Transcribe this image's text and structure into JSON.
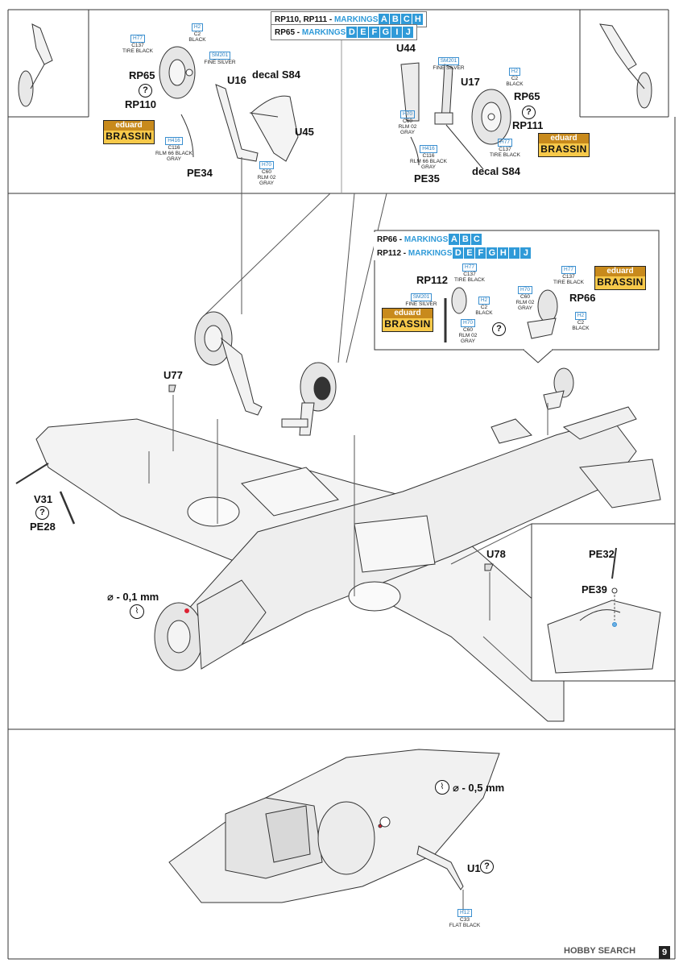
{
  "headers": {
    "line1_prefix": "RP110, RP111 - ",
    "markings_word": "MARKINGS",
    "line1_letters": [
      "A",
      "B",
      "C",
      "H"
    ],
    "line2_prefix": "RP65 - ",
    "line2_letters": [
      "D",
      "E",
      "F",
      "G",
      "I",
      "J"
    ],
    "inset_line1_prefix": "RP66 - ",
    "inset_line1_letters": [
      "A",
      "B",
      "C"
    ],
    "inset_line2_prefix": "RP112 - ",
    "inset_line2_letters": [
      "D",
      "E",
      "F",
      "G",
      "H",
      "I",
      "J"
    ]
  },
  "parts": {
    "rp65_left": "RP65",
    "rp110": "RP110",
    "u16": "U16",
    "decal_s84_left": "decal S84",
    "u45": "U45",
    "pe34": "PE34",
    "u44": "U44",
    "u17": "U17",
    "rp65_right": "RP65",
    "rp111": "RP111",
    "pe35": "PE35",
    "decal_s84_right": "decal S84",
    "rp112": "RP112",
    "rp66": "RP66",
    "u77": "U77",
    "v31": "V31",
    "pe28": "PE28",
    "u78": "U78",
    "pe32": "PE32",
    "pe39": "PE39",
    "u1": "U1"
  },
  "paints": {
    "h77_c137": {
      "code": "H77",
      "c": "C137",
      "name": "TIRE BLACK"
    },
    "h2_c2": {
      "code": "H2",
      "c": "C2",
      "name": "BLACK"
    },
    "sm201": {
      "code": "SM201",
      "c": "",
      "name": "FINE SILVER"
    },
    "h416_c116": {
      "code": "H416",
      "c": "C116",
      "name": "RLM 66 BLACK GRAY"
    },
    "h70_c60": {
      "code": "H70",
      "c": "C60",
      "name": "RLM 02 GRAY"
    },
    "h12_c33": {
      "code": "H12",
      "c": "C33",
      "name": "FLAT BLACK"
    }
  },
  "brassin": {
    "top": "eduard",
    "bottom": "BRASSIN"
  },
  "question_mark": "?",
  "drill_icon_glyph": "⌇",
  "drill1": "⌀ - 0,1 mm",
  "drill2": "⌀ - 0,5 mm",
  "page_number": "9",
  "watermark": "HOBBY SEARCH"
}
